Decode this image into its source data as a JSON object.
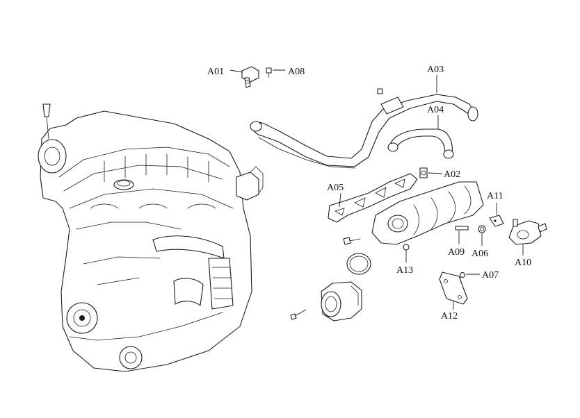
{
  "diagram": {
    "callouts": {
      "a01": "A01",
      "a02": "A02",
      "a03": "A03",
      "a04": "A04",
      "a05": "A05",
      "a06": "A06",
      "a07": "A07",
      "a08": "A08",
      "a09": "A09",
      "a10": "A10",
      "a11": "A11",
      "a12": "A12",
      "a13": "A13"
    },
    "colors": {
      "line": "#1a1a1a",
      "background": "#ffffff"
    }
  }
}
